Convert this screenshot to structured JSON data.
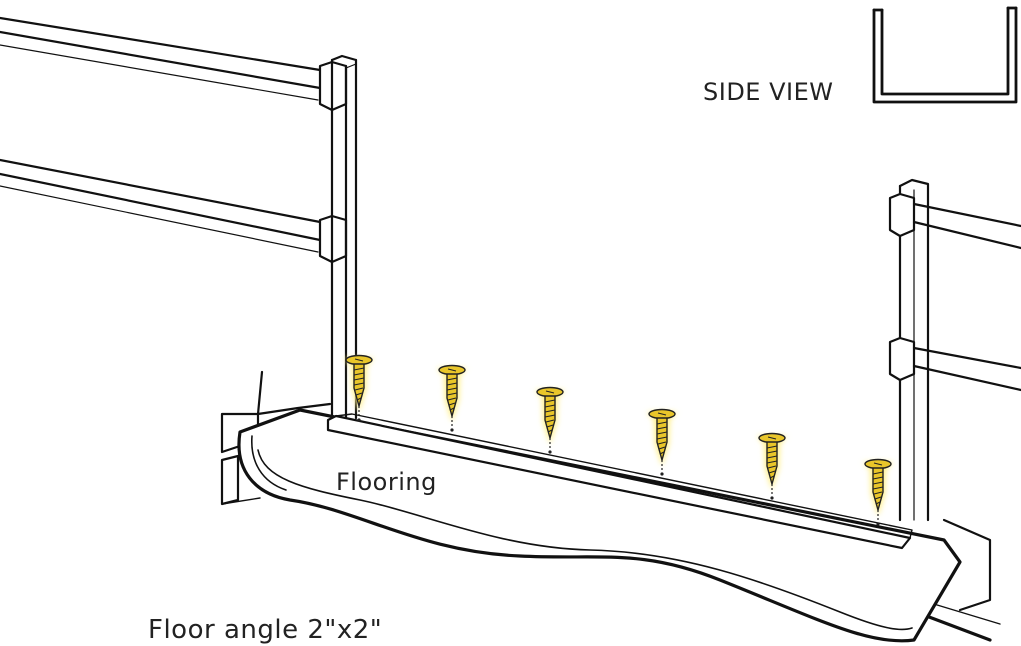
{
  "labels": {
    "side_view": "SIDE VIEW",
    "flooring": "Flooring",
    "floor_angle": "Floor angle 2\"x2\""
  },
  "colors": {
    "ink": "#111111",
    "screw_fill": "#e9c62a",
    "screw_glow": "#fff08a",
    "background": "#ffffff"
  },
  "screws": {
    "count": 6
  }
}
